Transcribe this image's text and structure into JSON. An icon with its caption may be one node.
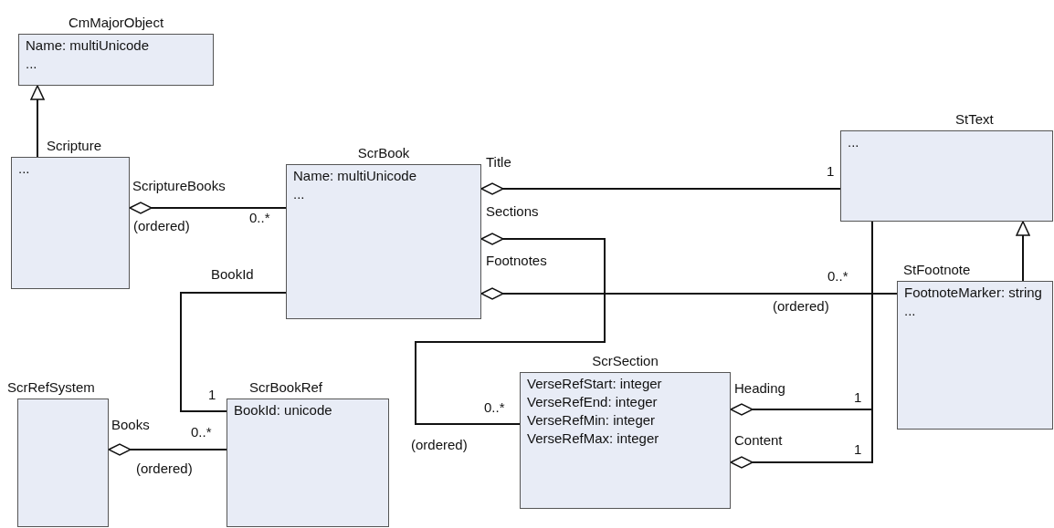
{
  "diagram": {
    "nodes": [
      {
        "text": [
          "CmMajorObject",
          "Name: multiUnicode",
          "..."
        ]
      },
      {
        "text": [
          "Scripture",
          "..."
        ]
      },
      {
        "text": [
          "ScrBook",
          "Name: multiUnicode",
          "..."
        ]
      },
      {
        "text": [
          "StText",
          "..."
        ]
      },
      {
        "text": [
          "StFootnote",
          "FootnoteMarker: string",
          "..."
        ]
      },
      {
        "text": [
          "ScrSection",
          "VerseRefStart: integer",
          "VerseRefEnd: integer",
          "VerseRefMin: integer",
          "VerseRefMax: integer"
        ]
      },
      {
        "text": [
          "ScrRefSystem"
        ]
      },
      {
        "text": [
          "ScrBookRef",
          "BookId: unicode"
        ]
      }
    ],
    "edges": [
      {
        "from": 1,
        "to": 0,
        "arrow": "to"
      },
      {
        "from": 1,
        "to": 2,
        "arrow": "other",
        "label": "ScriptureBooks"
      },
      {
        "from": 2,
        "to": 3,
        "arrow": "other",
        "label": "Title"
      },
      {
        "from": 2,
        "to": 5,
        "arrow": "other",
        "label": "Sections"
      },
      {
        "from": 2,
        "to": 4,
        "arrow": "other",
        "label": "Footnotes"
      },
      {
        "from": 2,
        "to": 7,
        "arrow": "none",
        "label": "BookId"
      },
      {
        "from": 6,
        "to": 7,
        "arrow": "other",
        "label": "Books"
      },
      {
        "from": 4,
        "to": 3,
        "arrow": "to"
      },
      {
        "from": 5,
        "to": 3,
        "arrow": "other",
        "label": "Heading"
      },
      {
        "from": 5,
        "to": 3,
        "arrow": "other",
        "label": "Content"
      }
    ],
    "labels": [
      "1",
      "0..*",
      "(ordered)",
      "0..*",
      "(ordered)",
      "1",
      "1",
      "0..*",
      "0..*",
      "1",
      "(ordered)",
      "(ordered)"
    ]
  }
}
